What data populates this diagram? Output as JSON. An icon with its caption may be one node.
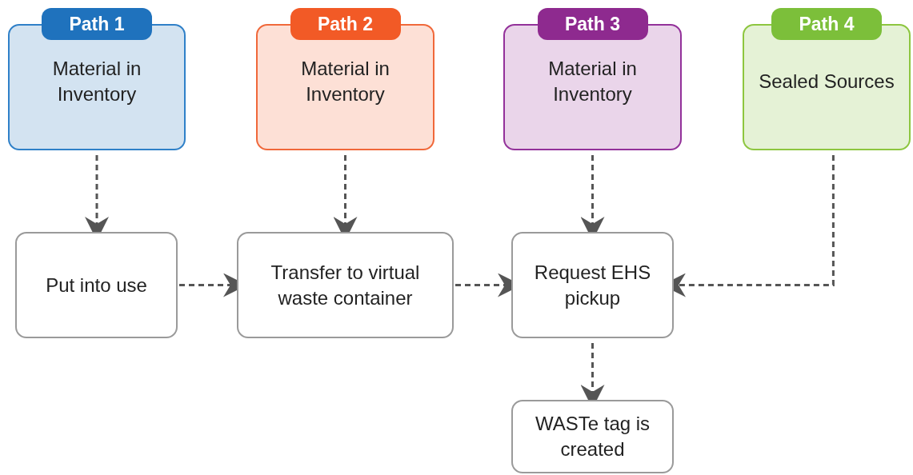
{
  "diagram": {
    "nodes": [
      {
        "text": [
          "Path 1",
          "Material in Inventory"
        ]
      },
      {
        "text": [
          "Path 2",
          "Material in Inventory"
        ]
      },
      {
        "text": [
          "Path 3",
          "Material in Inventory"
        ]
      },
      {
        "text": [
          "Path 4",
          "Sealed Sources"
        ]
      },
      {
        "text": [
          "Put into use"
        ]
      },
      {
        "text": [
          "Transfer to virtual waste container"
        ]
      },
      {
        "text": [
          "Request EHS pickup"
        ]
      },
      {
        "text": [
          "WASTe tag is created"
        ]
      }
    ],
    "edges": [
      {
        "from": 0,
        "to": 4,
        "arrow": "to"
      },
      {
        "from": 1,
        "to": 5,
        "arrow": "to"
      },
      {
        "from": 2,
        "to": 6,
        "arrow": "to"
      },
      {
        "from": 3,
        "to": 6,
        "arrow": "to"
      },
      {
        "from": 4,
        "to": 5,
        "arrow": "to"
      },
      {
        "from": 5,
        "to": 6,
        "arrow": "to"
      },
      {
        "from": 6,
        "to": 7,
        "arrow": "to"
      }
    ]
  }
}
